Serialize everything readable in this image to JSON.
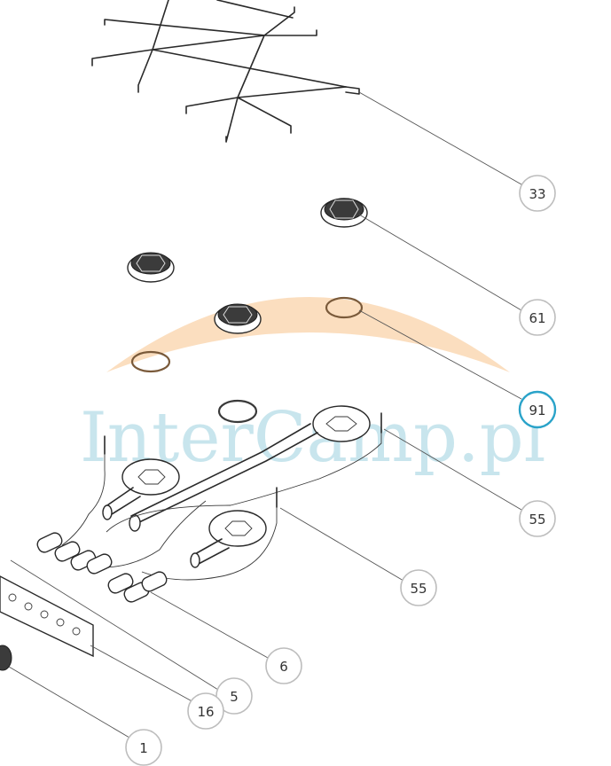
{
  "watermark": {
    "text": "InterCamp.pl",
    "arc_color": "#f7c38a"
  },
  "colors": {
    "active_callout": "#2aa3c9",
    "callout_border": "#bdbdbd",
    "line": "#2a2a2a"
  },
  "callouts": [
    {
      "id": "33",
      "label": "33",
      "active": false
    },
    {
      "id": "61",
      "label": "61",
      "active": false
    },
    {
      "id": "91",
      "label": "91",
      "active": true
    },
    {
      "id": "55a",
      "label": "55",
      "active": false
    },
    {
      "id": "55b",
      "label": "55",
      "active": false
    },
    {
      "id": "6",
      "label": "6",
      "active": false
    },
    {
      "id": "5",
      "label": "5",
      "active": false
    },
    {
      "id": "16",
      "label": "16",
      "active": false
    },
    {
      "id": "1",
      "label": "1",
      "active": false
    }
  ]
}
